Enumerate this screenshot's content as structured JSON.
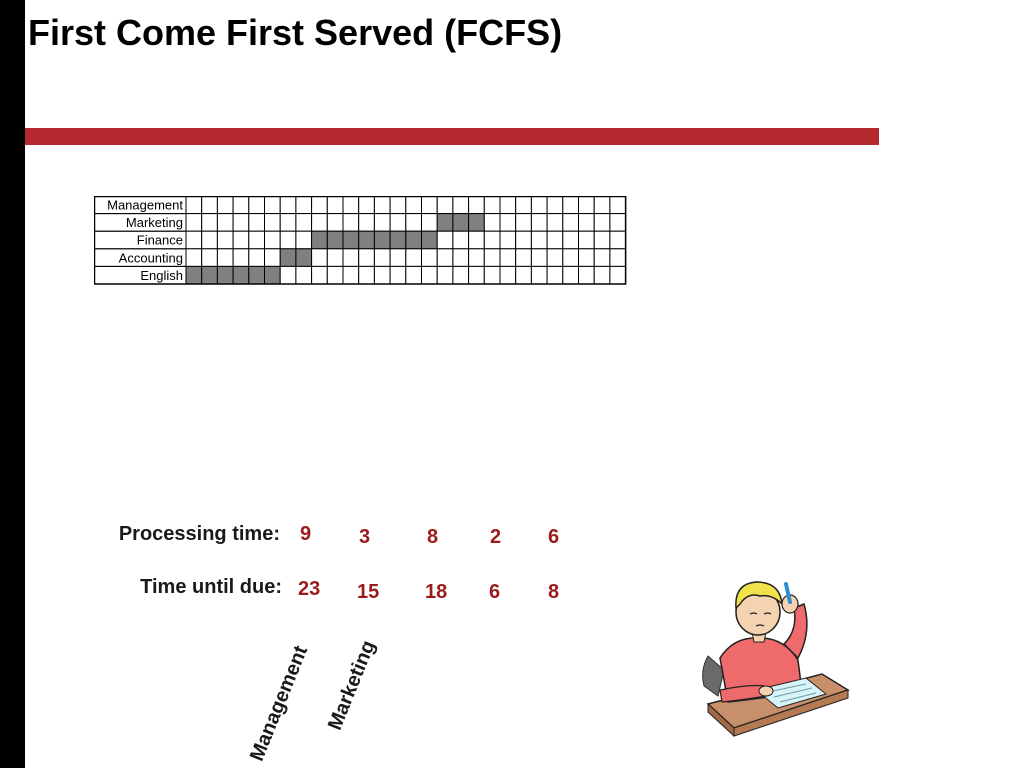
{
  "slide": {
    "title": "First Come First Served (FCFS)"
  },
  "colors": {
    "accent_bar": "#b5282e",
    "value_text": "#9b1b1b",
    "gantt_fill": "#808080"
  },
  "chart_data": {
    "type": "table",
    "rows": [
      "Management",
      "Marketing",
      "Finance",
      "Accounting",
      "English"
    ],
    "time_slots": 28,
    "filled": [
      {
        "row": "Management",
        "start": 0,
        "length": 0
      },
      {
        "row": "Marketing",
        "start": 16,
        "length": 3
      },
      {
        "row": "Finance",
        "start": 8,
        "length": 8
      },
      {
        "row": "Accounting",
        "start": 6,
        "length": 2
      },
      {
        "row": "English",
        "start": 0,
        "length": 6
      }
    ]
  },
  "metrics": {
    "processing_label": "Processing time:",
    "processing_values": [
      "9",
      "3",
      "8",
      "2",
      "6"
    ],
    "due_label": "Time until due:",
    "due_values": [
      "23",
      "15",
      "18",
      "6",
      "8"
    ]
  },
  "sequence_labels": [
    "Management",
    "Marketing"
  ]
}
